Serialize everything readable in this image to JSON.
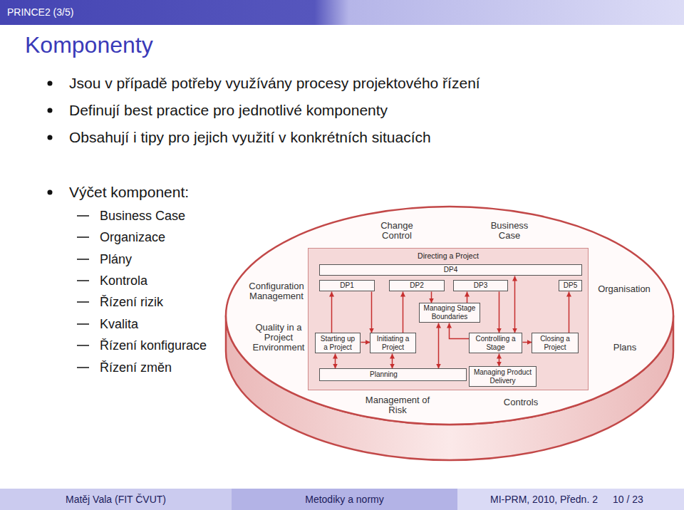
{
  "diagram": {
    "title": "Komponenty",
    "nodes": [
      {
        "text": [
          "PRINCE2 (3/5)"
        ]
      },
      {
        "text": [
          "Change Control",
          "Business Case",
          "Configuration Management",
          "Organisation",
          "Quality in a Project Environment",
          "Plans",
          "Management of Risk",
          "Controls"
        ]
      },
      {
        "text": [
          "Directing a Project"
        ],
        "in": 1
      },
      {
        "text": [
          "DP4"
        ],
        "in": 2
      },
      {
        "text": [
          "DP1"
        ],
        "in": 2
      },
      {
        "text": [
          "DP2"
        ],
        "in": 2
      },
      {
        "text": [
          "DP3"
        ],
        "in": 2
      },
      {
        "text": [
          "DP5"
        ],
        "in": 2
      },
      {
        "text": [
          "Managing Stage Boundaries"
        ],
        "in": 2
      },
      {
        "text": [
          "Starting up a Project"
        ],
        "in": 2
      },
      {
        "text": [
          "Initiating a Project"
        ],
        "in": 2
      },
      {
        "text": [
          "Controlling a Stage"
        ],
        "in": 2
      },
      {
        "text": [
          "Closing a Project"
        ],
        "in": 2
      },
      {
        "text": [
          "Planning"
        ],
        "in": 2
      },
      {
        "text": [
          "Managing Product Delivery"
        ],
        "in": 2
      },
      {
        "text": [
          "Matěj Vala (FIT ČVUT)"
        ]
      },
      {
        "text": [
          "Metodiky a normy"
        ]
      },
      {
        "text": [
          "MI-PRM, 2010, Předn. 2",
          "10 / 23"
        ]
      }
    ],
    "edges": [
      {
        "from": 9,
        "to": 4,
        "arrow": "to"
      },
      {
        "from": 4,
        "to": 10,
        "arrow": "to"
      },
      {
        "from": 10,
        "to": 5,
        "arrow": "to"
      },
      {
        "from": 5,
        "to": 8,
        "arrow": "to"
      },
      {
        "from": 8,
        "to": 6,
        "arrow": "to"
      },
      {
        "from": 6,
        "to": 11,
        "arrow": "to"
      },
      {
        "from": 11,
        "to": 8,
        "arrow": "to"
      },
      {
        "from": 11,
        "to": 14,
        "arrow": "both"
      },
      {
        "from": 11,
        "to": 12,
        "arrow": "to"
      },
      {
        "from": 12,
        "to": 7,
        "arrow": "to"
      },
      {
        "from": 3,
        "to": 11,
        "arrow": "both"
      },
      {
        "from": 9,
        "to": 10,
        "arrow": "to"
      },
      {
        "from": 9,
        "to": 13,
        "arrow": "both"
      },
      {
        "from": 10,
        "to": 13,
        "arrow": "both"
      },
      {
        "from": 8,
        "to": 13,
        "arrow": "both"
      }
    ],
    "labels": [
      "Jsou v případě potřeby využívány procesy projektového řízení",
      "Definují best practice pro jednotlivé komponenty",
      "Obsahují i tipy pro jejich využití v konkrétních situacích",
      "Výčet komponent:",
      "Business Case",
      "Organizace",
      "Plány",
      "Kontrola",
      "Řízení rizik",
      "Kvalita",
      "Řízení konfigurace",
      "Řízení změn"
    ]
  }
}
